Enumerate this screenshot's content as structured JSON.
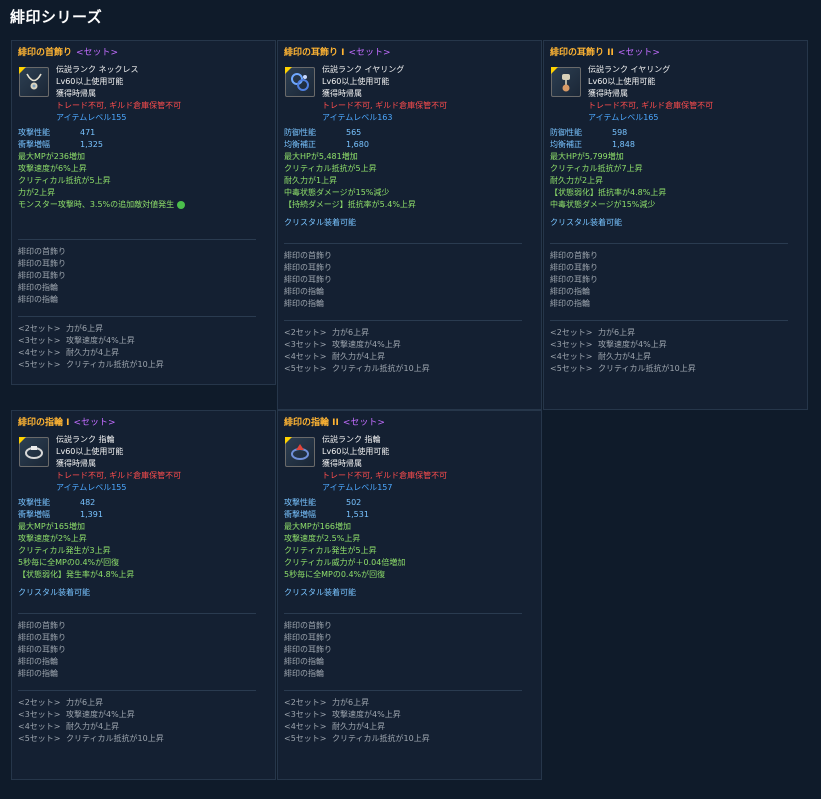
{
  "page": {
    "title": "緋印シリーズ"
  },
  "cards": [
    {
      "name": "緋印の首飾り",
      "set_tag": "<セット>",
      "icon": "necklace-icon",
      "info": [
        "伝説ランク ネックレス",
        "Lv60以上使用可能",
        "獲得時帰属"
      ],
      "restriction": "トレード不可, ギルド倉庫保管不可",
      "item_level": "アイテムレベル155",
      "stats": [
        [
          "攻撃性能",
          "471"
        ],
        [
          "衝撃増幅",
          "1,325"
        ]
      ],
      "effects": [
        "最大MPが236増加",
        "攻撃速度が6%上昇",
        "クリティカル抵抗が5上昇",
        "力が2上昇",
        "モンスター攻撃時、3.5%の追加敵対値発生"
      ],
      "crystal": "",
      "members": [
        "緋印の首飾り",
        "緋印の耳飾り",
        "緋印の耳飾り",
        "緋印の指輪",
        "緋印の指輪"
      ],
      "bonuses": [
        [
          "<2セット>",
          "力が6上昇"
        ],
        [
          "<3セット>",
          "攻撃速度が4%上昇"
        ],
        [
          "<4セット>",
          "耐久力が4上昇"
        ],
        [
          "<5セット>",
          "クリティカル抵抗が10上昇"
        ]
      ]
    },
    {
      "name": "緋印の耳飾り I",
      "set_tag": "<セット>",
      "icon": "earring-icon",
      "info": [
        "伝説ランク イヤリング",
        "Lv60以上使用可能",
        "獲得時帰属"
      ],
      "restriction": "トレード不可, ギルド倉庫保管不可",
      "item_level": "アイテムレベル163",
      "stats": [
        [
          "防御性能",
          "565"
        ],
        [
          "均衡補正",
          "1,680"
        ]
      ],
      "effects": [
        "最大HPが5,481増加",
        "クリティカル抵抗が5上昇",
        "耐久力が1上昇",
        "中毒状態ダメージが15%減少",
        "【持続ダメージ】抵抗率が5.4%上昇"
      ],
      "crystal": "クリスタル装着可能",
      "members": [
        "緋印の首飾り",
        "緋印の耳飾り",
        "緋印の耳飾り",
        "緋印の指輪",
        "緋印の指輪"
      ],
      "bonuses": [
        [
          "<2セット>",
          "力が6上昇"
        ],
        [
          "<3セット>",
          "攻撃速度が4%上昇"
        ],
        [
          "<4セット>",
          "耐久力が4上昇"
        ],
        [
          "<5セット>",
          "クリティカル抵抗が10上昇"
        ]
      ]
    },
    {
      "name": "緋印の耳飾り II",
      "set_tag": "<セット>",
      "icon": "earring-icon",
      "info": [
        "伝説ランク イヤリング",
        "",
        "Lv60以上使用可能",
        "獲得時帰属"
      ],
      "restriction": "トレード不可, ギルド倉庫保管不可",
      "item_level": "アイテムレベル165",
      "stats": [
        [
          "防御性能",
          "598"
        ],
        [
          "均衡補正",
          "1,848"
        ]
      ],
      "effects": [
        "最大HPが5,799増加",
        "クリティカル抵抗が7上昇",
        "耐久力が2上昇",
        "【状態弱化】抵抗率が4.8%上昇",
        "中毒状態ダメージが15%減少"
      ],
      "crystal": "クリスタル装着可能",
      "members": [
        "緋印の首飾り",
        "緋印の耳飾り",
        "緋印の耳飾り",
        "緋印の指輪",
        "緋印の指輪"
      ],
      "bonuses": [
        [
          "<2セット>",
          "力が6上昇"
        ],
        [
          "<3セット>",
          "攻撃速度が4%上昇"
        ],
        [
          "<4セット>",
          "耐久力が4上昇"
        ],
        [
          "<5セット>",
          "クリティカル抵抗が10上昇"
        ]
      ]
    },
    {
      "name": "緋印の指輪 I",
      "set_tag": "<セット>",
      "icon": "ring-icon",
      "info": [
        "伝説ランク 指輪",
        "Lv60以上使用可能",
        "獲得時帰属"
      ],
      "restriction": "トレード不可, ギルド倉庫保管不可",
      "item_level": "アイテムレベル155",
      "stats": [
        [
          "攻撃性能",
          "482"
        ],
        [
          "衝撃増幅",
          "1,391"
        ]
      ],
      "effects": [
        "最大MPが165増加",
        "攻撃速度が2%上昇",
        "クリティカル発生が3上昇",
        "5秒毎に全MPの0.4%が回復",
        "【状態弱化】発生率が4.8%上昇"
      ],
      "crystal": "クリスタル装着可能",
      "members": [
        "緋印の首飾り",
        "緋印の耳飾り",
        "緋印の耳飾り",
        "緋印の指輪",
        "緋印の指輪"
      ],
      "bonuses": [
        [
          "<2セット>",
          "力が6上昇"
        ],
        [
          "<3セット>",
          "攻撃速度が4%上昇"
        ],
        [
          "<4セット>",
          "耐久力が4上昇"
        ],
        [
          "<5セット>",
          "クリティカル抵抗が10上昇"
        ]
      ]
    },
    {
      "name": "緋印の指輪 II",
      "set_tag": "<セット>",
      "icon": "ring-icon",
      "info": [
        "伝説ランク 指輪",
        "",
        "Lv60以上使用可能",
        "獲得時帰属"
      ],
      "restriction": "トレード不可, ギルド倉庫保管不可",
      "item_level": "アイテムレベル157",
      "stats": [
        [
          "攻撃性能",
          "502"
        ],
        [
          "衝撃増幅",
          "1,531"
        ]
      ],
      "effects": [
        "最大MPが166増加",
        "攻撃速度が2.5%上昇",
        "クリティカル発生が5上昇",
        "クリティカル威力が＋0.04倍増加",
        "5秒毎に全MPの0.4%が回復"
      ],
      "crystal": "クリスタル装着可能",
      "members": [
        "緋印の首飾り",
        "緋印の耳飾り",
        "緋印の耳飾り",
        "緋印の指輪",
        "緋印の指輪"
      ],
      "bonuses": [
        [
          "<2セット>",
          "力が6上昇"
        ],
        [
          "<3セット>",
          "攻撃速度が4%上昇"
        ],
        [
          "<4セット>",
          "耐久力が4上昇"
        ],
        [
          "<5セット>",
          "クリティカル抵抗が10上昇"
        ]
      ]
    }
  ]
}
